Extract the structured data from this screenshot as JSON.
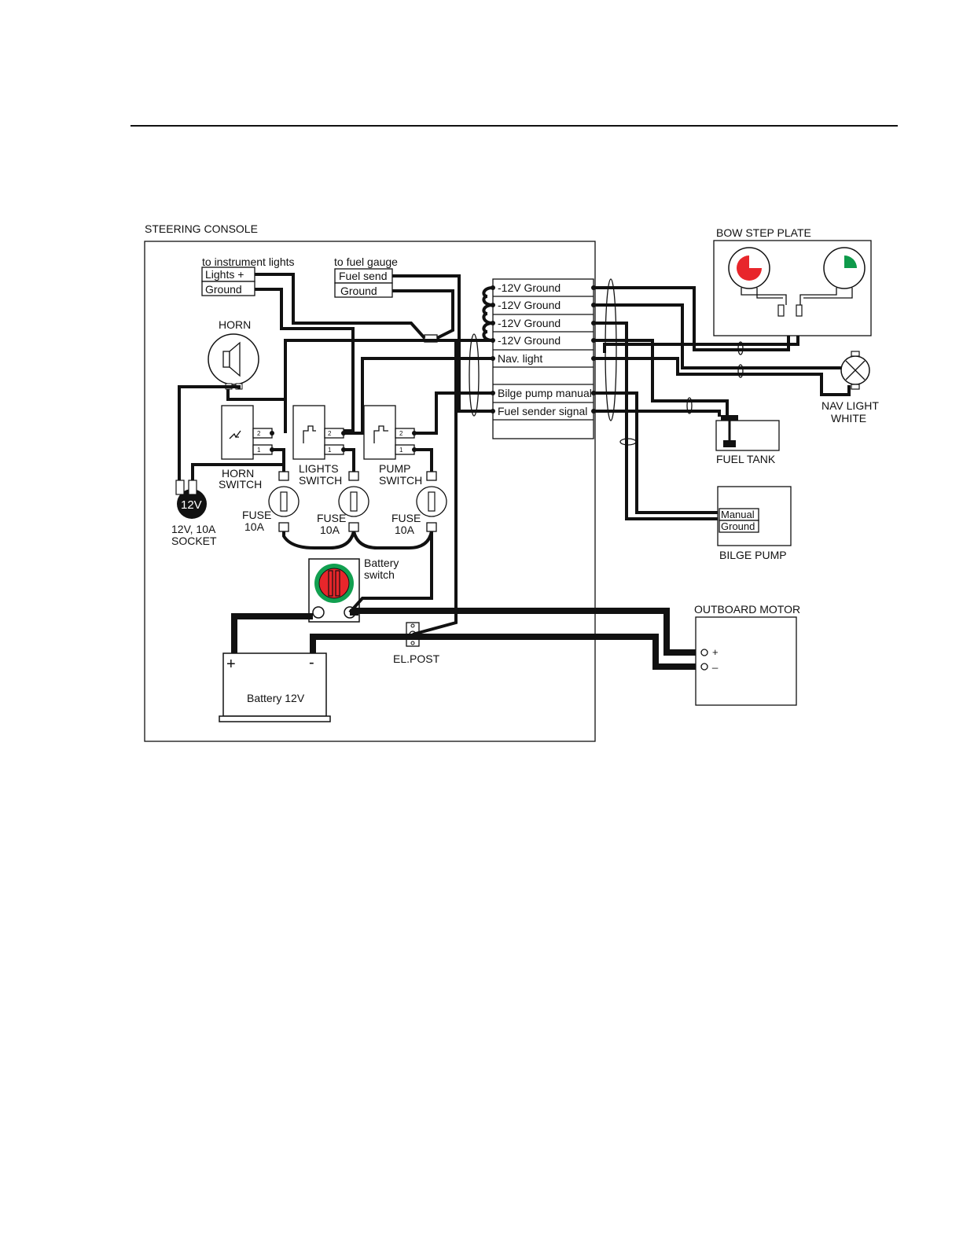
{
  "diagram": {
    "sections": {
      "steering_console": "STEERING CONSOLE",
      "bow_step_plate": "BOW STEP PLATE",
      "outboard_motor": "OUTBOARD MOTOR",
      "bilge_pump": "BILGE PUMP",
      "fuel_tank": "FUEL TANK",
      "nav_light": [
        "NAV LIGHT",
        "WHITE"
      ]
    },
    "instrument_lights": {
      "heading": "to instrument lights",
      "lights_plus": "Lights +",
      "ground": "Ground"
    },
    "fuel_gauge": {
      "heading": "to fuel gauge",
      "fuel_send": "Fuel send",
      "ground": "Ground"
    },
    "terminal_block": [
      "-12V Ground",
      "-12V Ground",
      "-12V Ground",
      "-12V Ground",
      "Nav. light",
      "",
      "Bilge pump manual",
      "Fuel sender signal",
      ""
    ],
    "horn": "HORN",
    "switches": {
      "horn": [
        "HORN",
        "SWITCH"
      ],
      "lights": [
        "LIGHTS",
        "SWITCH"
      ],
      "pump": [
        "PUMP",
        "SWITCH"
      ],
      "pin_2": "2",
      "pin_1": "1"
    },
    "fuses": {
      "label": "FUSE",
      "rating": "10A"
    },
    "socket": {
      "symbol": "12V",
      "label": [
        "12V, 10A",
        "SOCKET"
      ]
    },
    "battery_switch": [
      "Battery",
      "switch"
    ],
    "battery": {
      "label": "Battery 12V",
      "plus": "+",
      "minus": "-"
    },
    "el_post": "EL.POST",
    "motor_terminals": {
      "plus": "+",
      "minus": "_"
    },
    "bilge_pump_terminals": {
      "manual": "Manual",
      "ground": "Ground"
    },
    "colors": {
      "port_light": "#e8262b",
      "starboard_light": "#0e9a4a",
      "switch_ring": "#12a050",
      "switch_knob": "#e8262b"
    }
  }
}
